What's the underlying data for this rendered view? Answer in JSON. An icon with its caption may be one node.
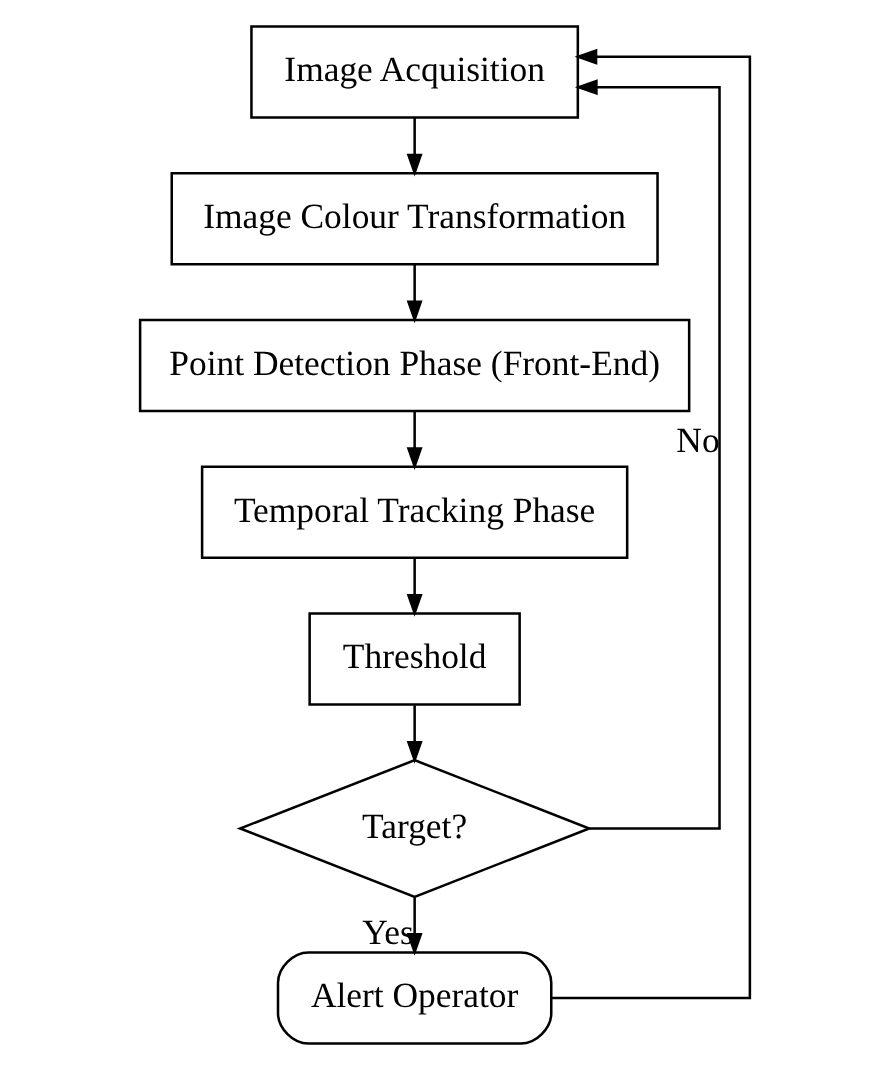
{
  "diagram": {
    "nodes": [
      {
        "text": [
          "Image Acquisition"
        ]
      },
      {
        "text": [
          "Image Colour Transformation"
        ]
      },
      {
        "text": [
          "Point Detection Phase (Front-End)"
        ]
      },
      {
        "text": [
          "Temporal Tracking Phase"
        ]
      },
      {
        "text": [
          "Threshold"
        ]
      },
      {
        "text": [
          "Target?"
        ]
      },
      {
        "text": [
          "Alert Operator"
        ]
      }
    ],
    "edges": [
      {
        "from": 0,
        "to": 1,
        "arrow": "to"
      },
      {
        "from": 1,
        "to": 2,
        "arrow": "to"
      },
      {
        "from": 2,
        "to": 3,
        "arrow": "to"
      },
      {
        "from": 3,
        "to": 4,
        "arrow": "to"
      },
      {
        "from": 4,
        "to": 5,
        "arrow": "to"
      },
      {
        "from": 5,
        "to": 0,
        "label": "No",
        "arrow": "to"
      },
      {
        "from": 5,
        "to": 6,
        "label": "Yes",
        "arrow": "to"
      },
      {
        "from": 6,
        "to": 0,
        "arrow": "to"
      }
    ]
  }
}
